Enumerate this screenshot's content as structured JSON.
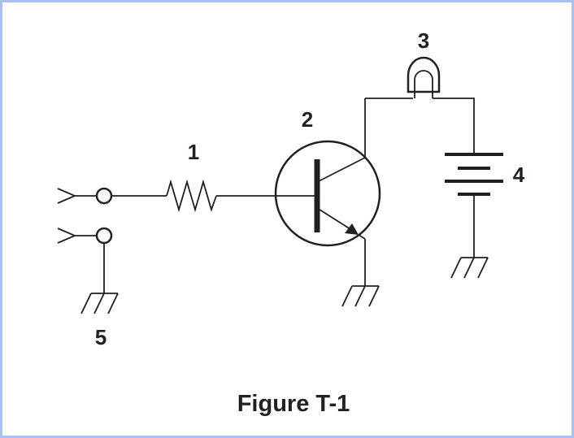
{
  "figure": {
    "caption": "Figure T-1",
    "labels": {
      "resistor": "1",
      "transistor": "2",
      "lamp": "3",
      "battery": "4",
      "ground_input": "5"
    }
  },
  "colors": {
    "frame_border": "#a9bff0",
    "ink": "#231f20",
    "background": "#ffffff"
  }
}
